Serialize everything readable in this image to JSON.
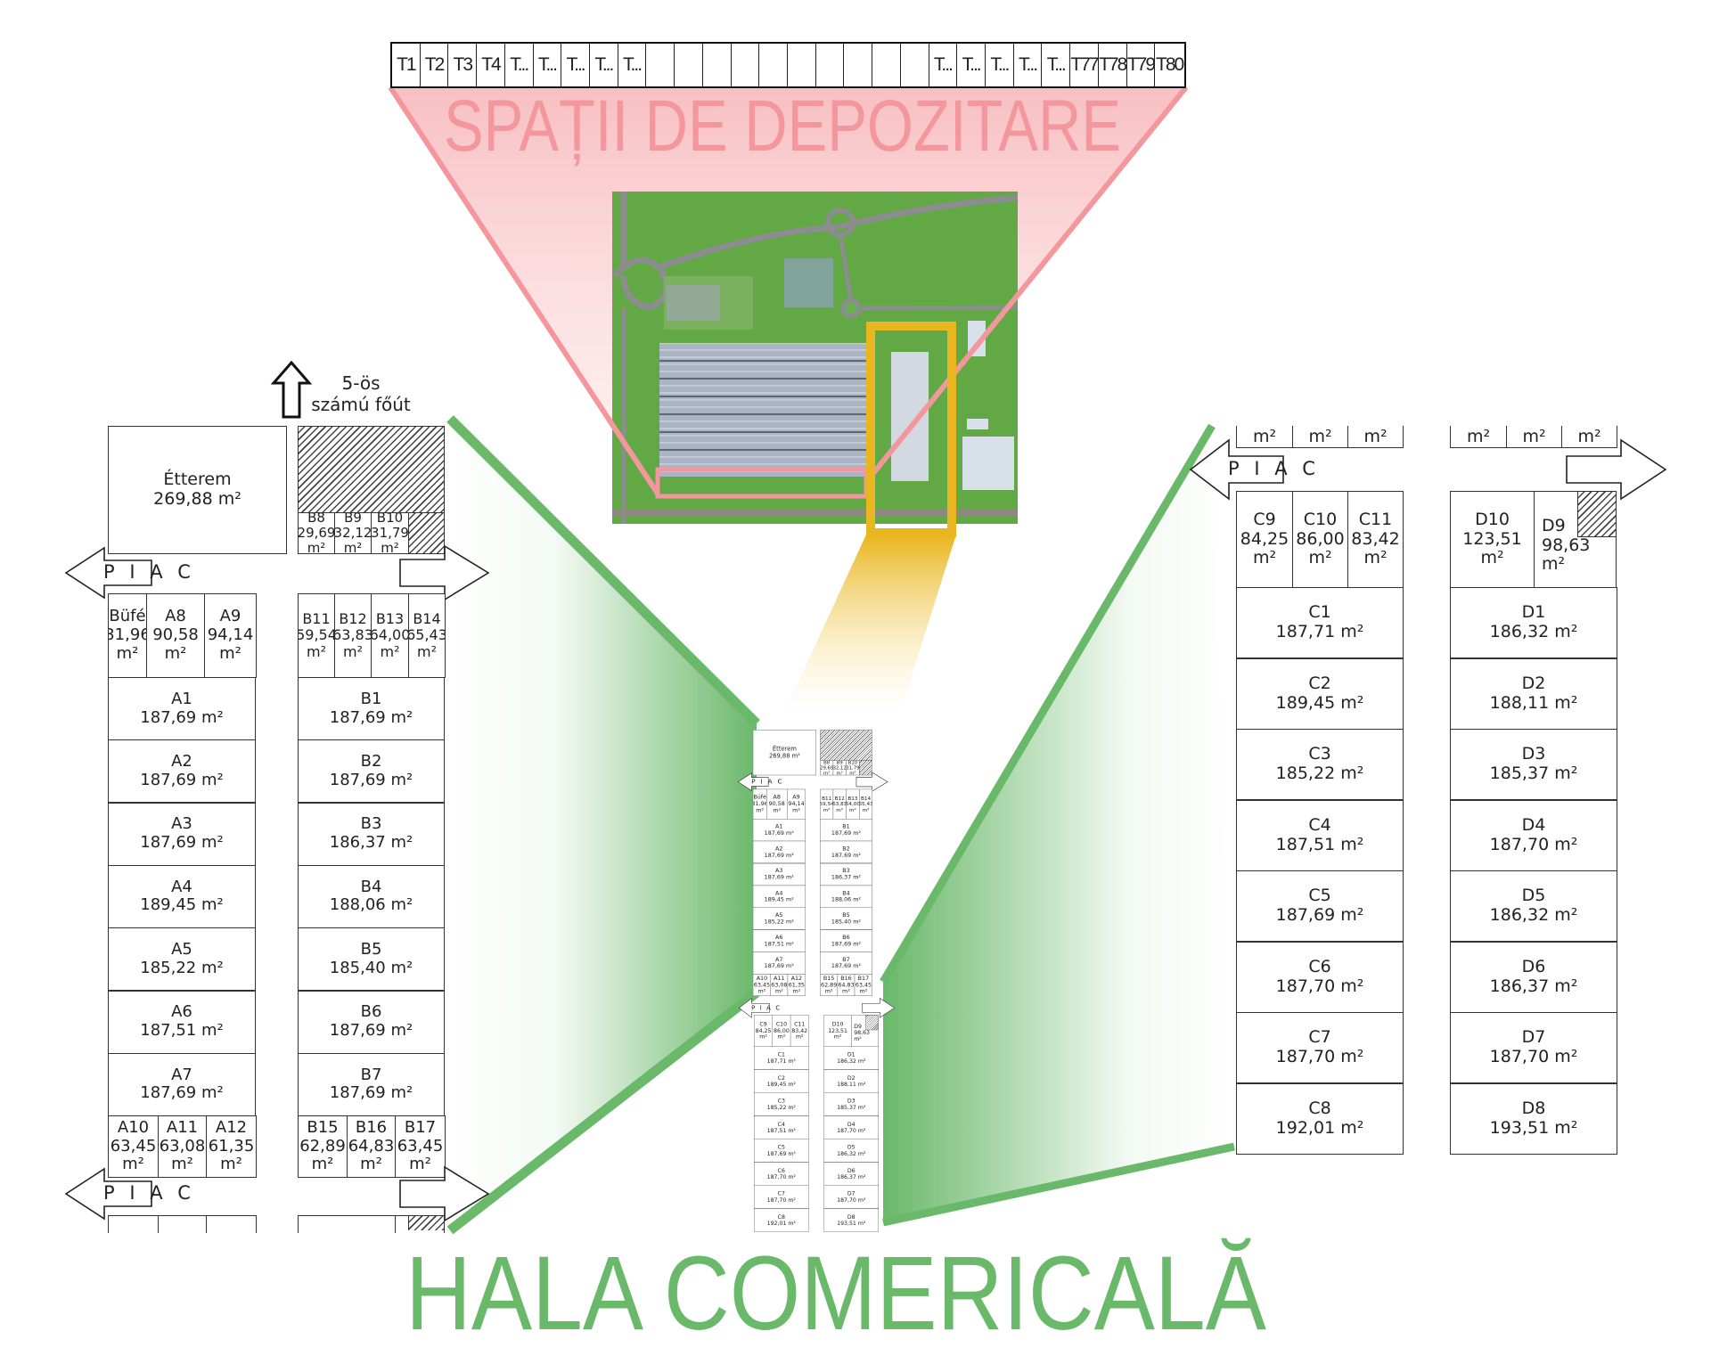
{
  "top_bar": {
    "cells": [
      "T1",
      "T2",
      "T3",
      "T4",
      "T...",
      "T...",
      "T...",
      "T...",
      "T...",
      "",
      "",
      "",
      "",
      "",
      "",
      "",
      "",
      "",
      "",
      "T...",
      "T...",
      "T...",
      "T...",
      "T...",
      "T77",
      "T78",
      "T79",
      "T80"
    ]
  },
  "storage_title": "SPAȚII DE DEPOZITARE",
  "hall_title": "HALA COMERICALĂ",
  "colors": {
    "pink": "#f4979c",
    "green": "#6ab86a",
    "yellow": "#e9b61f"
  },
  "left_section": {
    "road_line1": "5-ös",
    "road_line2": "számú főút",
    "restaurant": {
      "name": "Étterem",
      "area": "269,88 m²"
    },
    "piac": "P I A C",
    "b_small": [
      {
        "name": "B8",
        "area": "29,69",
        "unit": "m²"
      },
      {
        "name": "B9",
        "area": "32,12",
        "unit": "m²"
      },
      {
        "name": "B10",
        "area": "31,79",
        "unit": "m²"
      }
    ],
    "a_top": [
      {
        "name": "Büfé",
        "area": "31,96",
        "unit": "m²"
      },
      {
        "name": "A8",
        "area": "90,58",
        "unit": "m²"
      },
      {
        "name": "A9",
        "area": "94,14",
        "unit": "m²"
      }
    ],
    "b_top": [
      {
        "name": "B11",
        "area": "59,54",
        "unit": "m²"
      },
      {
        "name": "B12",
        "area": "63,83",
        "unit": "m²"
      },
      {
        "name": "B13",
        "area": "64,00",
        "unit": "m²"
      },
      {
        "name": "B14",
        "area": "65,43",
        "unit": "m²"
      }
    ],
    "a_rows": [
      {
        "name": "A1",
        "area": "187,69 m²"
      },
      {
        "name": "A2",
        "area": "187,69 m²"
      },
      {
        "name": "A3",
        "area": "187,69 m²"
      },
      {
        "name": "A4",
        "area": "189,45 m²"
      },
      {
        "name": "A5",
        "area": "185,22 m²"
      },
      {
        "name": "A6",
        "area": "187,51 m²"
      },
      {
        "name": "A7",
        "area": "187,69 m²"
      }
    ],
    "b_rows": [
      {
        "name": "B1",
        "area": "187,69 m²"
      },
      {
        "name": "B2",
        "area": "187,69 m²"
      },
      {
        "name": "B3",
        "area": "186,37 m²"
      },
      {
        "name": "B4",
        "area": "188,06 m²"
      },
      {
        "name": "B5",
        "area": "185,40 m²"
      },
      {
        "name": "B6",
        "area": "187,69 m²"
      },
      {
        "name": "B7",
        "area": "187,69 m²"
      }
    ],
    "a_bottom": [
      {
        "name": "A10",
        "area": "63,45",
        "unit": "m²"
      },
      {
        "name": "A11",
        "area": "63,08",
        "unit": "m²"
      },
      {
        "name": "A12",
        "area": "61,35",
        "unit": "m²"
      }
    ],
    "b_bottom": [
      {
        "name": "B15",
        "area": "62,89",
        "unit": "m²"
      },
      {
        "name": "B16",
        "area": "64,83",
        "unit": "m²"
      },
      {
        "name": "B17",
        "area": "63,45",
        "unit": "m²"
      }
    ]
  },
  "right_section": {
    "unit": "m²",
    "piac": "P I A C",
    "c_top": [
      {
        "name": "C9",
        "area": "84,25",
        "unit": "m²"
      },
      {
        "name": "C10",
        "area": "86,00",
        "unit": "m²"
      },
      {
        "name": "C11",
        "area": "83,42",
        "unit": "m²"
      }
    ],
    "d_top": [
      {
        "name": "D10",
        "area": "123,51",
        "unit": "m²"
      },
      {
        "name": "D9",
        "area": "98,63",
        "unit": "m²"
      }
    ],
    "c_rows": [
      {
        "name": "C1",
        "area": "187,71 m²"
      },
      {
        "name": "C2",
        "area": "189,45 m²"
      },
      {
        "name": "C3",
        "area": "185,22 m²"
      },
      {
        "name": "C4",
        "area": "187,51 m²"
      },
      {
        "name": "C5",
        "area": "187,69 m²"
      },
      {
        "name": "C6",
        "area": "187,70 m²"
      },
      {
        "name": "C7",
        "area": "187,70 m²"
      },
      {
        "name": "C8",
        "area": "192,01 m²"
      }
    ],
    "d_rows": [
      {
        "name": "D1",
        "area": "186,32 m²"
      },
      {
        "name": "D2",
        "area": "188,11 m²"
      },
      {
        "name": "D3",
        "area": "185,37 m²"
      },
      {
        "name": "D4",
        "area": "187,70 m²"
      },
      {
        "name": "D5",
        "area": "186,32 m²"
      },
      {
        "name": "D6",
        "area": "186,37 m²"
      },
      {
        "name": "D7",
        "area": "187,70 m²"
      },
      {
        "name": "D8",
        "area": "193,51 m²"
      }
    ]
  }
}
